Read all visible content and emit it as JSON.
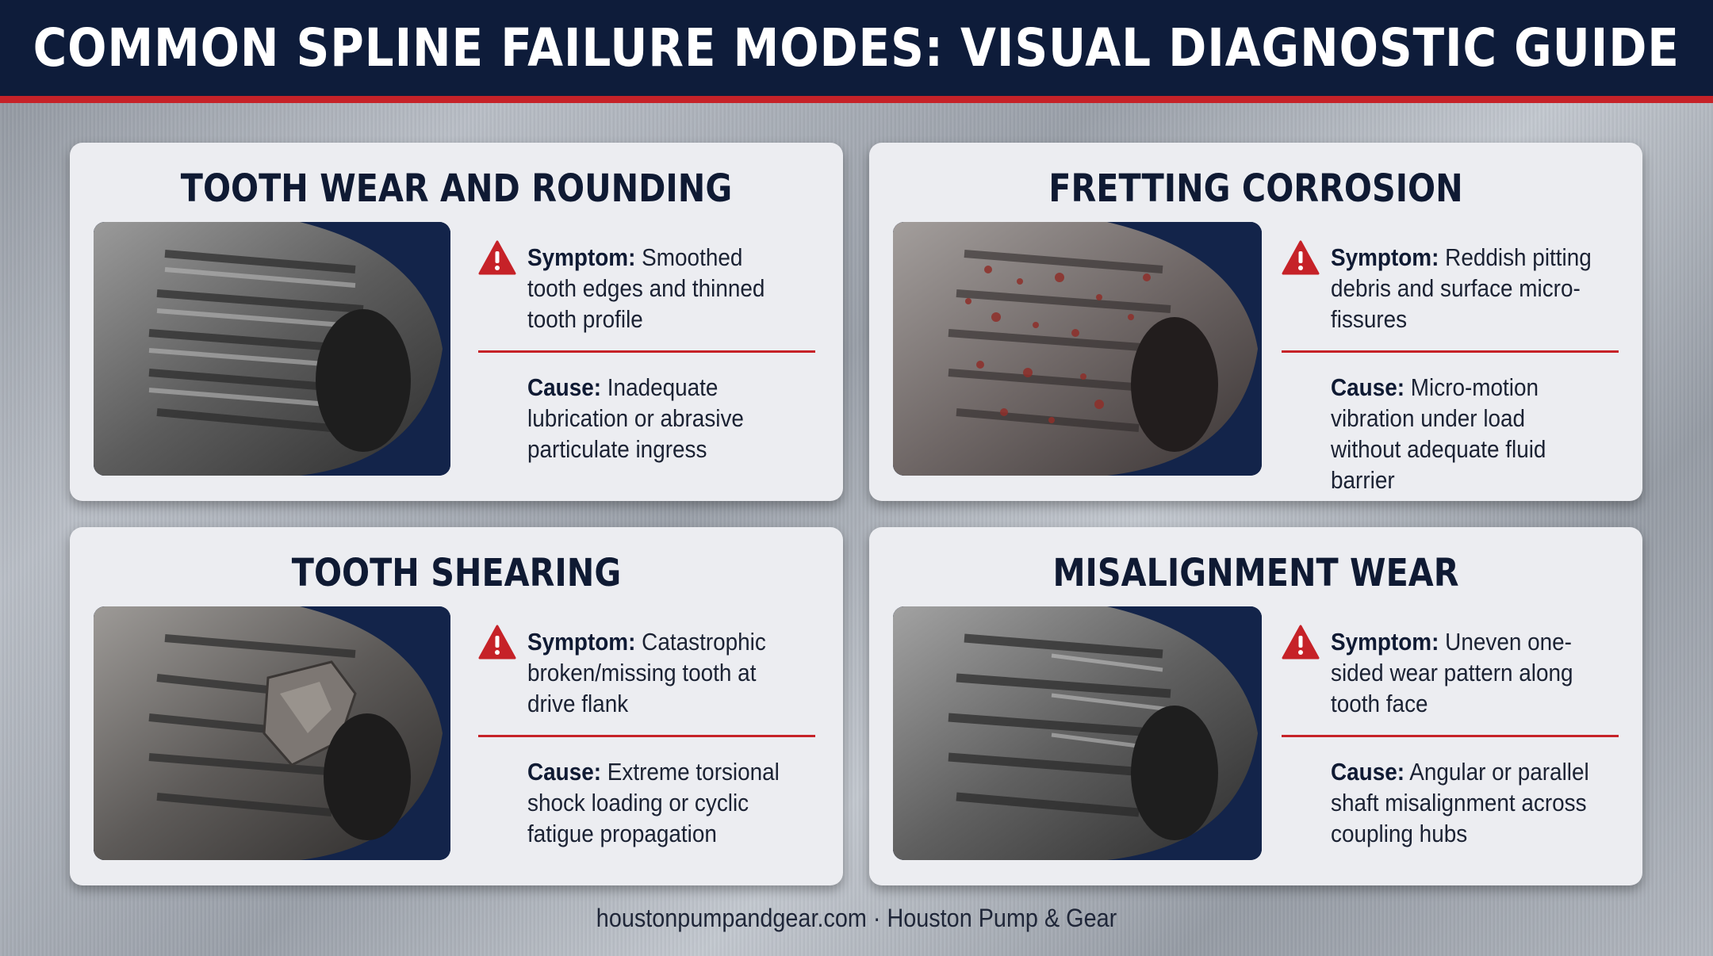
{
  "header": {
    "title": "COMMON SPLINE FAILURE MODES: VISUAL DIAGNOSTIC GUIDE"
  },
  "cards": [
    {
      "title": "TOOTH WEAR AND ROUNDING",
      "symptom_label": "Symptom:",
      "symptom": "Smoothed tooth edges and thinned tooth profile",
      "cause_label": "Cause:",
      "cause": "Inadequate lubrication or abrasive particulate ingress"
    },
    {
      "title": "FRETTING CORROSION",
      "symptom_label": "Symptom:",
      "symptom": "Reddish pitting debris and surface micro-fissures",
      "cause_label": "Cause:",
      "cause": "Micro-motion vibration under load without adequate fluid barrier"
    },
    {
      "title": "TOOTH SHEARING",
      "symptom_label": "Symptom:",
      "symptom": "Catastrophic broken/missing tooth at drive flank",
      "cause_label": "Cause:",
      "cause": "Extreme torsional shock loading or cyclic fatigue propagation"
    },
    {
      "title": "MISALIGNMENT WEAR",
      "symptom_label": "Symptom:",
      "symptom": "Uneven one-sided wear pattern along tooth face",
      "cause_label": "Cause:",
      "cause": "Angular or parallel shaft misalignment across coupling hubs"
    }
  ],
  "footer": {
    "text": "houstonpumpandgear.com · Houston Pump & Gear"
  },
  "colors": {
    "navy": "#0e1c3a",
    "accent_red": "#c62228",
    "card_bg": "#ecedf1"
  },
  "icons": {
    "warning": "warning-triangle-icon"
  }
}
